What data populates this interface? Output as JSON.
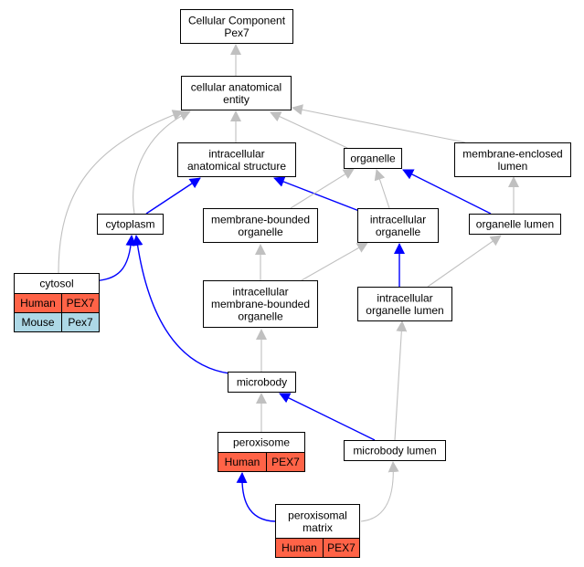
{
  "diagram": {
    "nodes": {
      "cc_pex7": {
        "lines": [
          "Cellular Component",
          "Pex7"
        ]
      },
      "anat_entity": {
        "lines": [
          "cellular anatomical",
          "entity"
        ]
      },
      "intra_struct": {
        "lines": [
          "intracellular",
          "anatomical structure"
        ]
      },
      "organelle": {
        "lines": [
          "organelle"
        ]
      },
      "mem_enclosed_lumen": {
        "lines": [
          "membrane-enclosed",
          "lumen"
        ]
      },
      "cytoplasm": {
        "lines": [
          "cytoplasm"
        ]
      },
      "mem_bounded_org": {
        "lines": [
          "membrane-bounded",
          "organelle"
        ]
      },
      "intra_org": {
        "lines": [
          "intracellular",
          "organelle"
        ]
      },
      "org_lumen": {
        "lines": [
          "organelle lumen"
        ]
      },
      "cytosol": {
        "lines": [
          "cytosol"
        ],
        "annotations": [
          {
            "species": "Human",
            "gene": "PEX7",
            "color": "#ff6347"
          },
          {
            "species": "Mouse",
            "gene": "Pex7",
            "color": "#add8e6"
          }
        ]
      },
      "intra_mem_bounded_org": {
        "lines": [
          "intracellular",
          "membrane-bounded",
          "organelle"
        ]
      },
      "intra_org_lumen": {
        "lines": [
          "intracellular",
          "organelle lumen"
        ]
      },
      "microbody": {
        "lines": [
          "microbody"
        ]
      },
      "peroxisome": {
        "lines": [
          "peroxisome"
        ],
        "annotations": [
          {
            "species": "Human",
            "gene": "PEX7",
            "color": "#ff6347"
          }
        ]
      },
      "microbody_lumen": {
        "lines": [
          "microbody lumen"
        ]
      },
      "perox_matrix": {
        "lines": [
          "peroxisomal",
          "matrix"
        ],
        "annotations": [
          {
            "species": "Human",
            "gene": "PEX7",
            "color": "#ff6347"
          }
        ]
      }
    },
    "edges": [
      {
        "from": "anat_entity",
        "to": "cc_pex7",
        "color": "#c0c0c0"
      },
      {
        "from": "intra_struct",
        "to": "anat_entity",
        "color": "#c0c0c0"
      },
      {
        "from": "organelle",
        "to": "anat_entity",
        "color": "#c0c0c0"
      },
      {
        "from": "mem_enclosed_lumen",
        "to": "anat_entity",
        "color": "#c0c0c0"
      },
      {
        "from": "cytoplasm",
        "to": "anat_entity",
        "color": "#c0c0c0"
      },
      {
        "from": "cytosol",
        "to": "anat_entity",
        "color": "#c0c0c0"
      },
      {
        "from": "cytoplasm",
        "to": "intra_struct",
        "color": "#0000ff"
      },
      {
        "from": "intra_org",
        "to": "intra_struct",
        "color": "#0000ff"
      },
      {
        "from": "mem_bounded_org",
        "to": "organelle",
        "color": "#c0c0c0"
      },
      {
        "from": "intra_org",
        "to": "organelle",
        "color": "#c0c0c0"
      },
      {
        "from": "org_lumen",
        "to": "organelle",
        "color": "#0000ff"
      },
      {
        "from": "org_lumen",
        "to": "mem_enclosed_lumen",
        "color": "#c0c0c0"
      },
      {
        "from": "cytosol",
        "to": "cytoplasm",
        "color": "#0000ff"
      },
      {
        "from": "intra_mem_bounded_org",
        "to": "mem_bounded_org",
        "color": "#c0c0c0"
      },
      {
        "from": "intra_mem_bounded_org",
        "to": "intra_org",
        "color": "#c0c0c0"
      },
      {
        "from": "intra_org_lumen",
        "to": "intra_org",
        "color": "#0000ff"
      },
      {
        "from": "intra_org_lumen",
        "to": "org_lumen",
        "color": "#c0c0c0"
      },
      {
        "from": "microbody",
        "to": "cytoplasm",
        "color": "#0000ff"
      },
      {
        "from": "microbody",
        "to": "intra_mem_bounded_org",
        "color": "#c0c0c0"
      },
      {
        "from": "peroxisome",
        "to": "microbody",
        "color": "#c0c0c0"
      },
      {
        "from": "microbody_lumen",
        "to": "microbody",
        "color": "#0000ff"
      },
      {
        "from": "microbody_lumen",
        "to": "intra_org_lumen",
        "color": "#c0c0c0"
      },
      {
        "from": "perox_matrix",
        "to": "peroxisome",
        "color": "#0000ff"
      },
      {
        "from": "perox_matrix",
        "to": "microbody_lumen",
        "color": "#c0c0c0"
      }
    ]
  }
}
